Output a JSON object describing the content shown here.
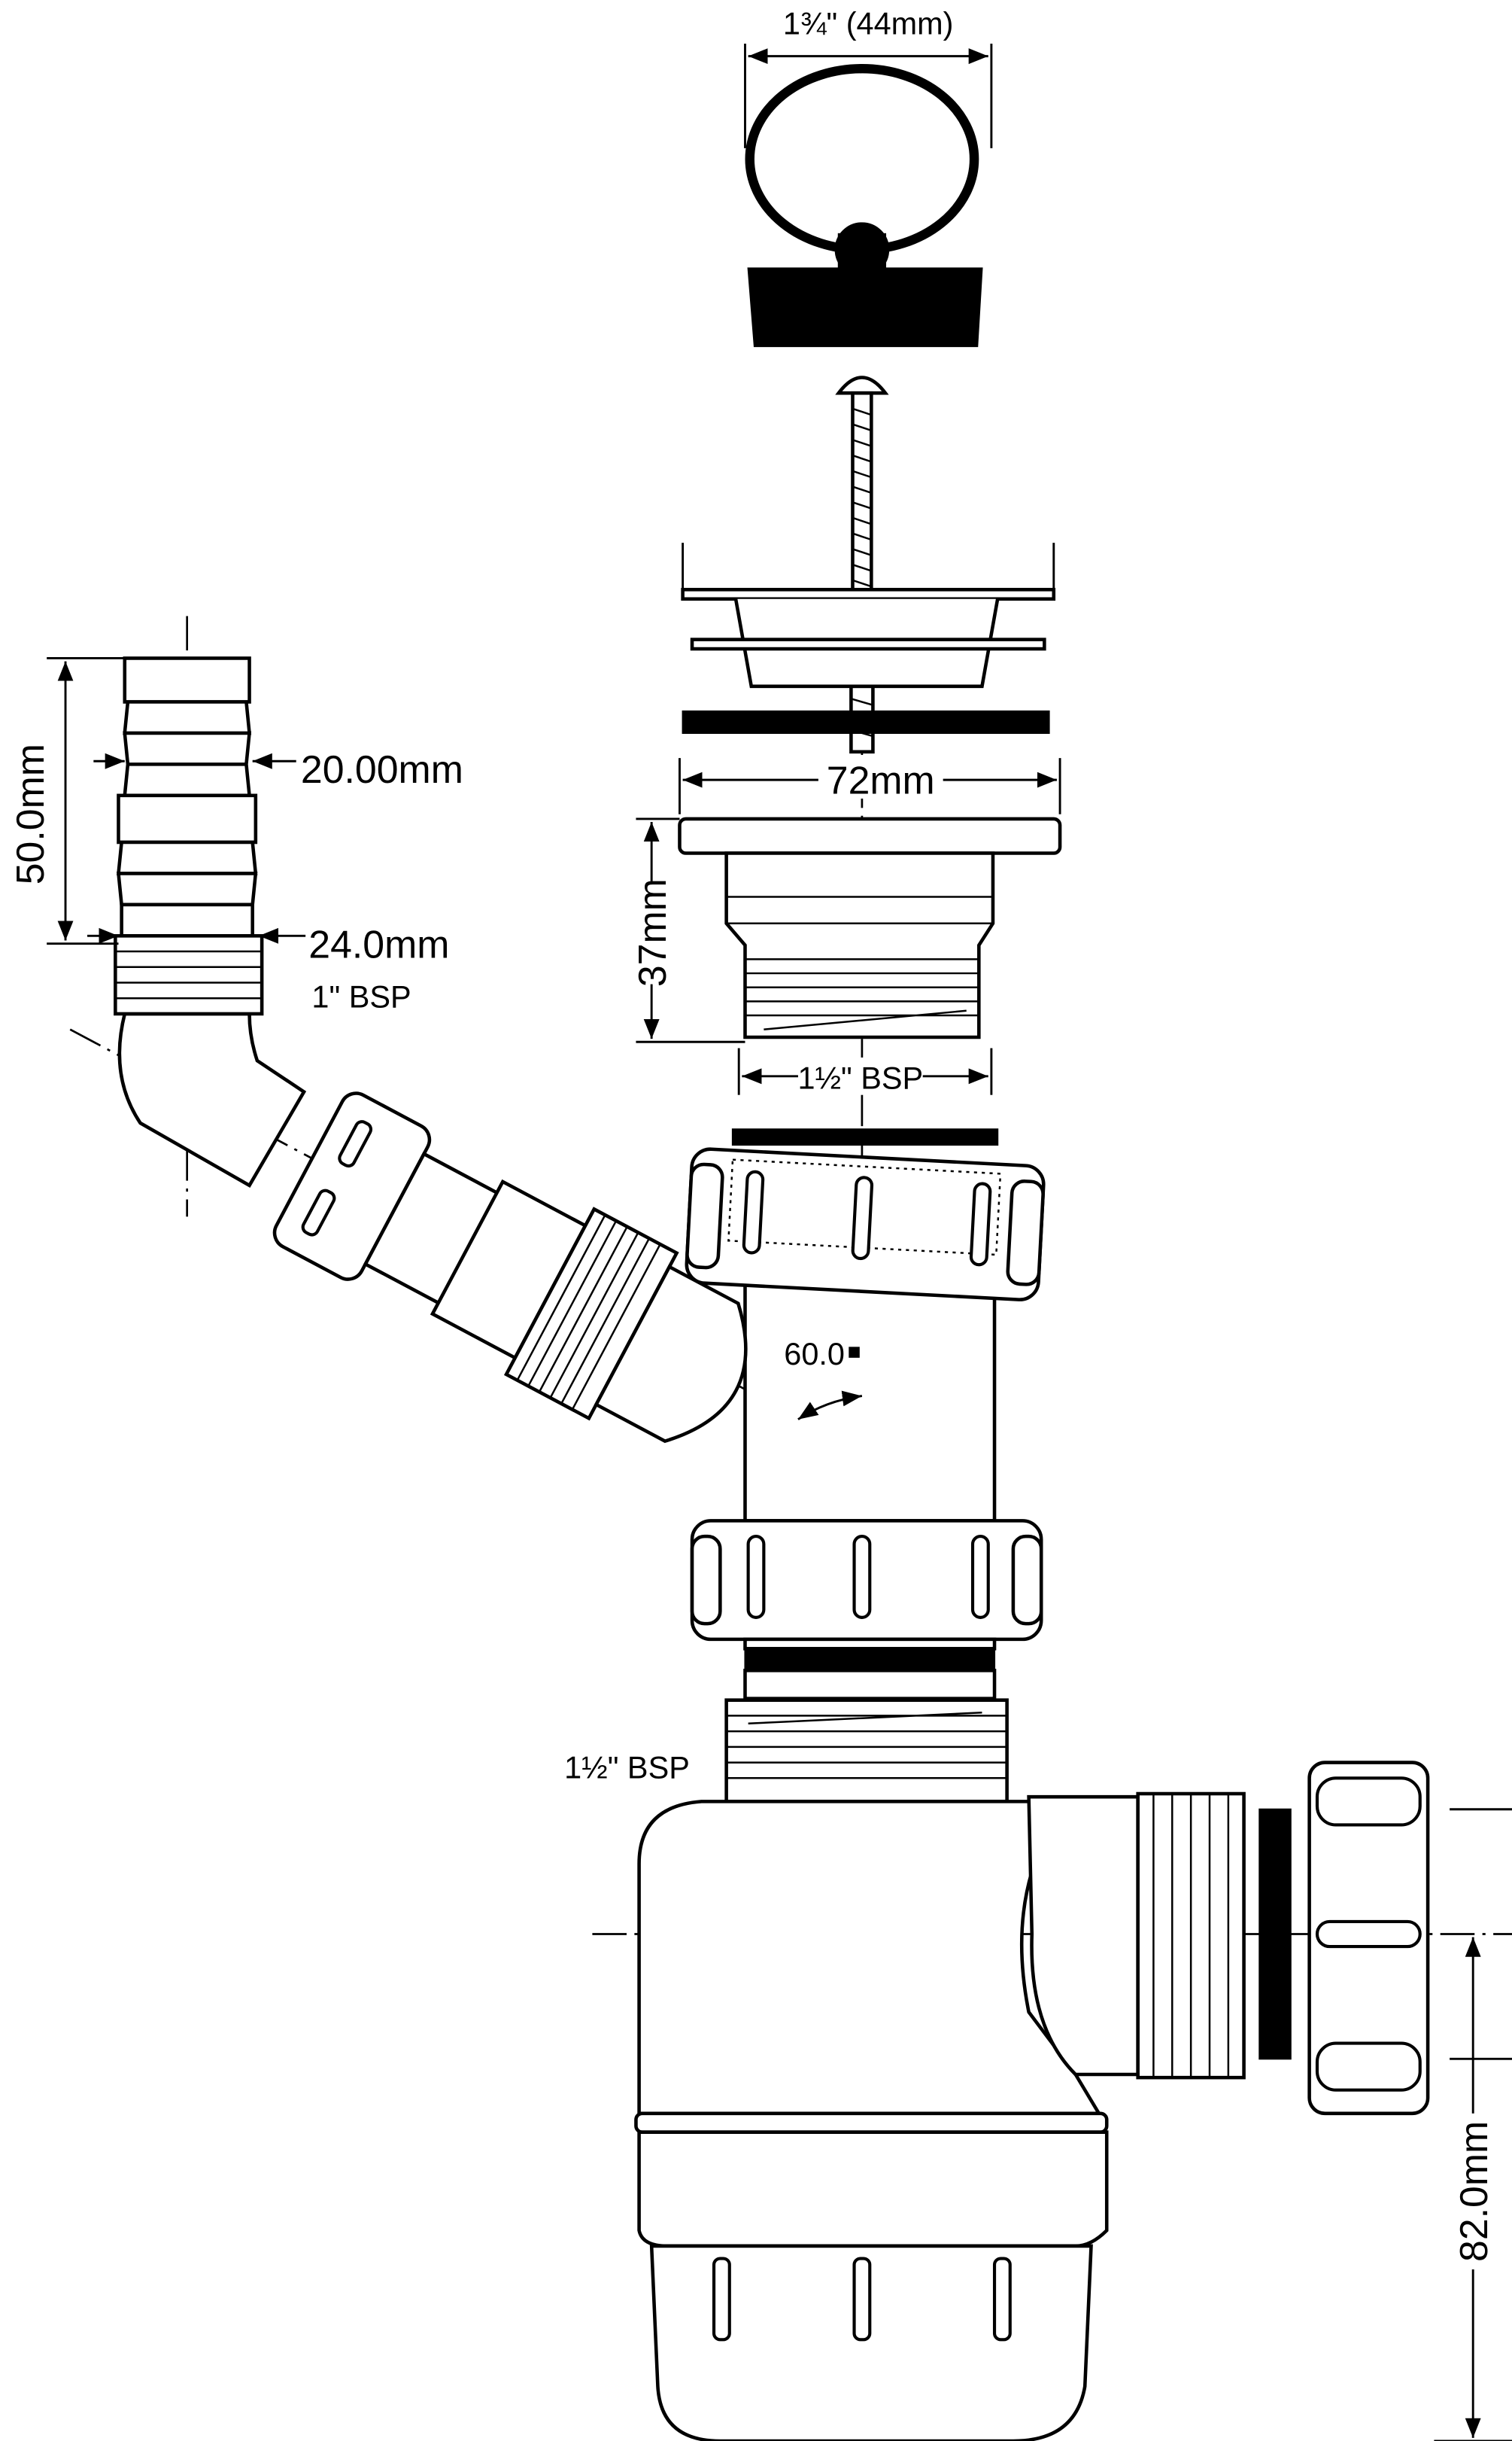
{
  "labels": {
    "stopper_width": "1¾\" (44mm)",
    "flange_width": "72mm",
    "waste_height": "37mm",
    "waste_thread": "1½\" BSP",
    "hose_length": "50.0mm",
    "hose_tail_small": "20.00mm",
    "hose_tail_large": "24.0mm",
    "hose_thread": "1\" BSP",
    "branch_angle": "60.0",
    "trap_thread": "1½\" BSP",
    "outlet_height": "82.0mm"
  }
}
